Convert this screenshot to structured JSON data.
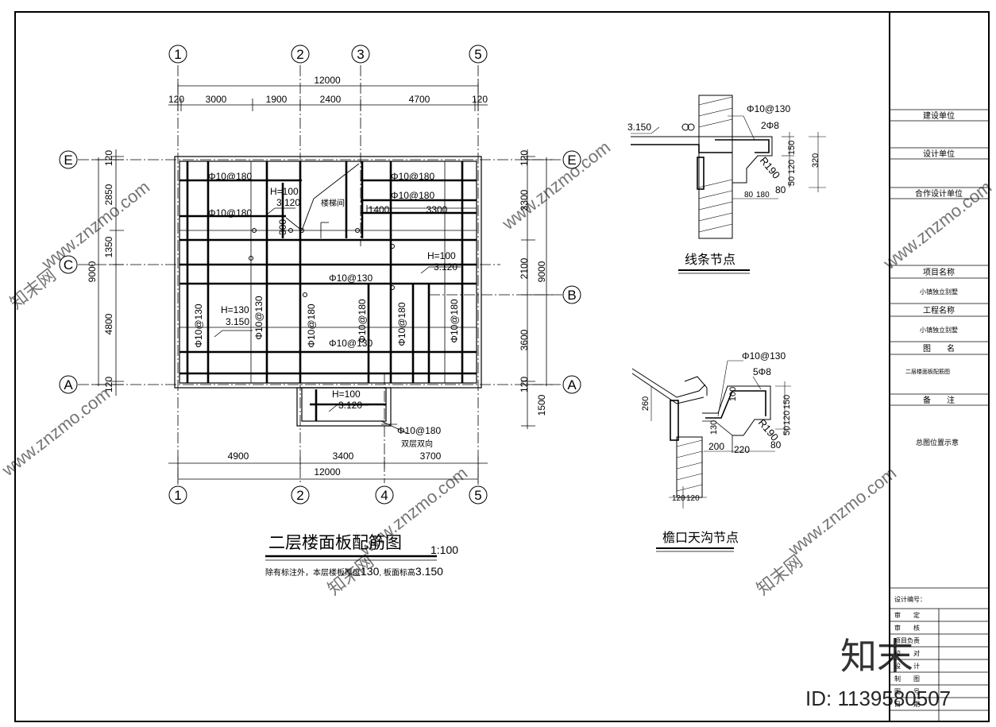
{
  "plan": {
    "axis_top": [
      "1",
      "2",
      "3",
      "5"
    ],
    "axis_bottom": [
      "1",
      "2",
      "4",
      "5"
    ],
    "axis_left": [
      "E",
      "C",
      "A"
    ],
    "axis_right": [
      "E",
      "B",
      "A"
    ],
    "dim_top_total": "12000",
    "dim_top_segments": [
      "120",
      "3000",
      "1900",
      "2400",
      "4700",
      "120"
    ],
    "dim_bottom_segments": [
      "4900",
      "3400",
      "3700"
    ],
    "dim_bottom_total": "12000",
    "dim_left_total": "9000",
    "dim_left_segments": [
      "120",
      "2850",
      "1350",
      "4800",
      "120"
    ],
    "dim_right_total": "9000",
    "dim_right_segments": [
      "120",
      "3300",
      "2100",
      "3600",
      "120",
      "1500"
    ],
    "stair_room": "楼梯间",
    "stair_dims": [
      "1400",
      "3300"
    ],
    "stair_small": "300",
    "rebar_labels": [
      "Φ10@180",
      "Φ10@180",
      "Φ10@180",
      "Φ10@180",
      "Φ10@130",
      "Φ10@130",
      "Φ10@130",
      "Φ10@180",
      "Φ10@180",
      "Φ10@180",
      "Φ10@180",
      "Φ10@130",
      "Φ10@180"
    ],
    "h1": "H=100",
    "e1": "3.120",
    "h2": "H=100",
    "e2": "3.120",
    "h3": "H=130",
    "e3": "3.150",
    "h4": "H=100",
    "e4": "3.120",
    "two_way": "双层双向",
    "title": "二层楼面板配筋图",
    "scale": "1:100",
    "note_prefix": "除有标注外，本层楼板厚度",
    "note_thick": "130",
    "note_mid": ", 板面标高",
    "note_elev": "3.150"
  },
  "detail1": {
    "title": "线条节点",
    "rebar": "Φ10@130",
    "bars": "2Φ8",
    "elev": "3.150",
    "dims": [
      "150",
      "320",
      "120",
      "50",
      "80",
      "80",
      "180"
    ],
    "radius": "R190"
  },
  "detail2": {
    "title": "檐口天沟节点",
    "rebar": "Φ10@130",
    "bars": "5Φ8",
    "dims": [
      "100",
      "150",
      "120",
      "50",
      "260",
      "130",
      "200",
      "220",
      "80",
      "120",
      "120"
    ],
    "radius": "R190"
  },
  "title_block": {
    "construction_unit": "建设单位",
    "design_unit": "设计单位",
    "co_design_unit": "合作设计单位",
    "project_name_label": "项目名称",
    "project_name": "小镇独立别墅",
    "work_name_label": "工程名称",
    "work_name": "小镇独立别墅",
    "drawing_name_label": "图　　名",
    "drawing_name": "二层楼面板配筋图",
    "remarks_label": "备　　注",
    "remarks_text": "总图位置示意",
    "design_no": "设计编号：",
    "sign_rows": [
      "审　　定",
      "审　　核",
      "项目负责",
      "校　　对",
      "设　　计",
      "制　　图",
      "图　　号",
      "日　　期"
    ]
  },
  "watermark": {
    "site": "www.znzmo.com",
    "brand": "知末网",
    "logo": "知末",
    "id": "ID: 1139580507"
  }
}
